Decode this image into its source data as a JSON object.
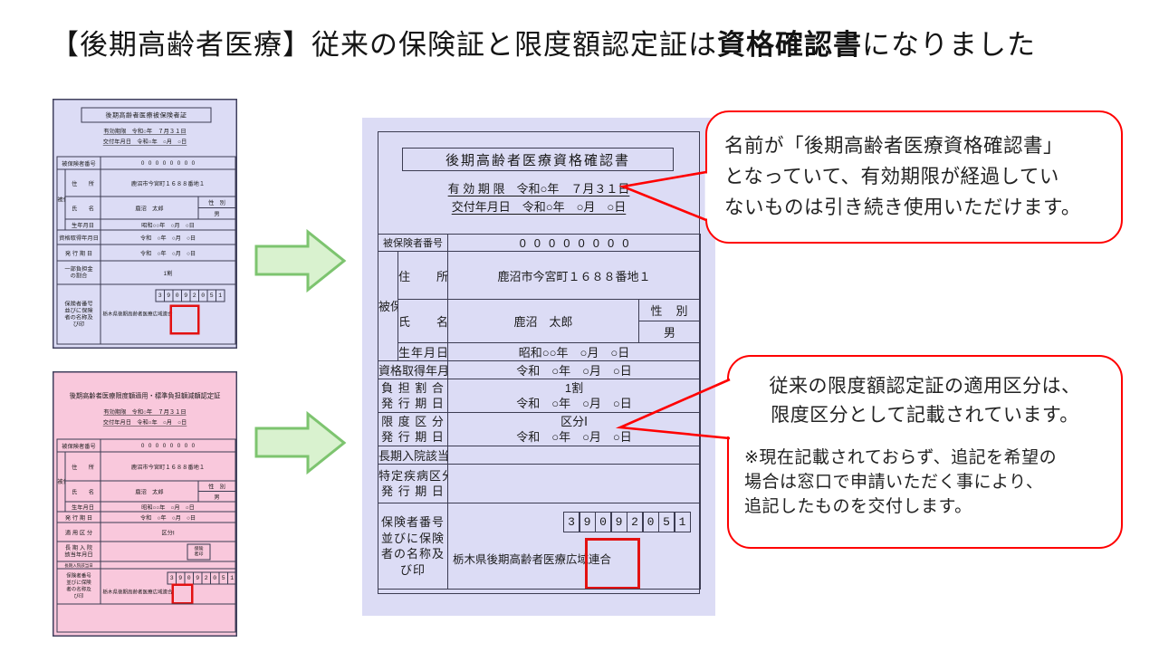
{
  "title": {
    "prefix": "【後期高齢者医療】従来の保険証と限度額認定証は",
    "bold": "資格確認書",
    "suffix": "になりました"
  },
  "colors": {
    "card_lavender": "#dcdcf5",
    "card_pink": "#f9c8dc",
    "table_border": "#3c3c52",
    "annotation_red": "#ff0000",
    "highlight_box_red": "#e31111",
    "arrow_fill": "#d9f2cf",
    "arrow_border": "#7dc46f"
  },
  "cards": {
    "new_certificate": {
      "title": "後期高齢者医療資格確認書",
      "validity_line": "有 効 期 限　令和○年　７月３１日",
      "issue_line": "交付年月日　令和○年　○月　○日",
      "insured_no_label": "被保険者番号",
      "insured_no_value": "00000000",
      "vertical_label": "被保険者番号",
      "address_label": "住　　所",
      "address_value": "鹿沼市今宮町１６８８番地１",
      "name_label": "氏　　名",
      "name_value": "鹿沼　太郎",
      "gender_label": "性　別",
      "gender_value": "男",
      "birth_label": "生年月日",
      "birth_value": "昭和○○年　○月　○日",
      "acquired_label": "資格取得年月日",
      "acquired_value": "令和　○年　○月　○日",
      "burden_label": "負 担 割 合",
      "burden_value": "1割",
      "burden_issue_label": "発 行 期 日",
      "burden_issue_value": "令和　○年　○月　○日",
      "limit_label": "限 度 区 分",
      "limit_value": "区分Ⅰ",
      "limit_issue_label": "発 行 期 日",
      "limit_issue_value": "令和　○年　○月　○日",
      "longterm_label": "長期入院該当日",
      "disease_label": "特定疾病区分",
      "disease_issue_label": "発 行 期 日",
      "insurer_label_lines": [
        "保険者番号",
        "並びに保険",
        "者の名称及",
        "び印"
      ],
      "insurer_digits": [
        "3",
        "9",
        "0",
        "9",
        "2",
        "0",
        "5",
        "1"
      ],
      "insurer_org": "栃木県後期高齢者医療広域連合"
    },
    "old_insured": {
      "title": "後期高齢者医療被保険者証",
      "validity_line": "有効期限　令和○年　７月３１日",
      "issue_line": "交付年月日　令和○年　○月　○日",
      "insured_no_label": "被保険者番号",
      "insured_no_value": "00000000",
      "vertical_label": "被保険者番号",
      "address_label": "住　　所",
      "address_value": "鹿沼市今宮町１６８８番地１",
      "name_label": "氏　　名",
      "name_value": "鹿沼　太郎",
      "gender_label": "性　別",
      "gender_value": "男",
      "birth_label": "生年月日",
      "birth_value": "昭和○○年　○月　○日",
      "acquired_label": "資格取得年月日",
      "acquired_value": "令和　○年　○月　○日",
      "issued_label": "発 行 期 日",
      "issued_value": "令和　○年　○月　○日",
      "burden_label_lines": [
        "一部負担金",
        "の割合"
      ],
      "burden_value": "1割",
      "insurer_label_lines": [
        "保険者番号",
        "並びに保険",
        "者の名称及",
        "び印"
      ],
      "insurer_digits": [
        "3",
        "9",
        "0",
        "9",
        "2",
        "0",
        "5",
        "1"
      ],
      "insurer_org": "栃木県後期高齢者医療広域連合"
    },
    "old_limit": {
      "title": "後期高齢者医療限度額適用・標準負担額減額認定証",
      "validity_line": "有効期限　令和○年　７月３１日",
      "issue_line": "交付年月日　令和○年　○月　○日",
      "insured_no_label": "被保険者番号",
      "insured_no_value": "00000000",
      "vertical_label": "被保険者番号",
      "address_label": "住　　所",
      "address_value": "鹿沼市今宮町１６８８番地１",
      "name_label": "氏　　名",
      "name_value": "鹿沼　太郎",
      "gender_label": "性　別",
      "gender_value": "男",
      "birth_label": "生年月日",
      "birth_value": "昭和○○年　○月　○日",
      "issued_label": "発 行 期 日",
      "issued_value": "令和　○年　○月　○日",
      "class_label": "適 用 区 分",
      "class_value": "区分Ⅰ",
      "longterm_label_lines": [
        "長 期 入 院",
        "該当年月日"
      ],
      "seal_label_lines": [
        "保険",
        "者印"
      ],
      "longterm_day_label": "長期入院該当日",
      "insurer_label_lines": [
        "保険者番号",
        "並びに保険",
        "者の名称及",
        "び印"
      ],
      "insurer_digits": [
        "3",
        "9",
        "0",
        "9",
        "2",
        "0",
        "5",
        "1"
      ],
      "insurer_org": "栃木県後期高齢者医療広域連合"
    }
  },
  "callouts": {
    "validity": {
      "lines": [
        "名前が「後期高齢者医療資格確認書」",
        "となっていて、有効期限が経過してい",
        "ないものは引き続き使用いただけます。"
      ]
    },
    "limit": {
      "para1": [
        "従来の限度額認定証の適用区分は、",
        "限度区分として記載されています。"
      ],
      "para2": [
        "※現在記載されておらず、追記を希望の",
        "場合は窓口で申請いただく事により、",
        "追記したものを交付します。"
      ]
    }
  }
}
